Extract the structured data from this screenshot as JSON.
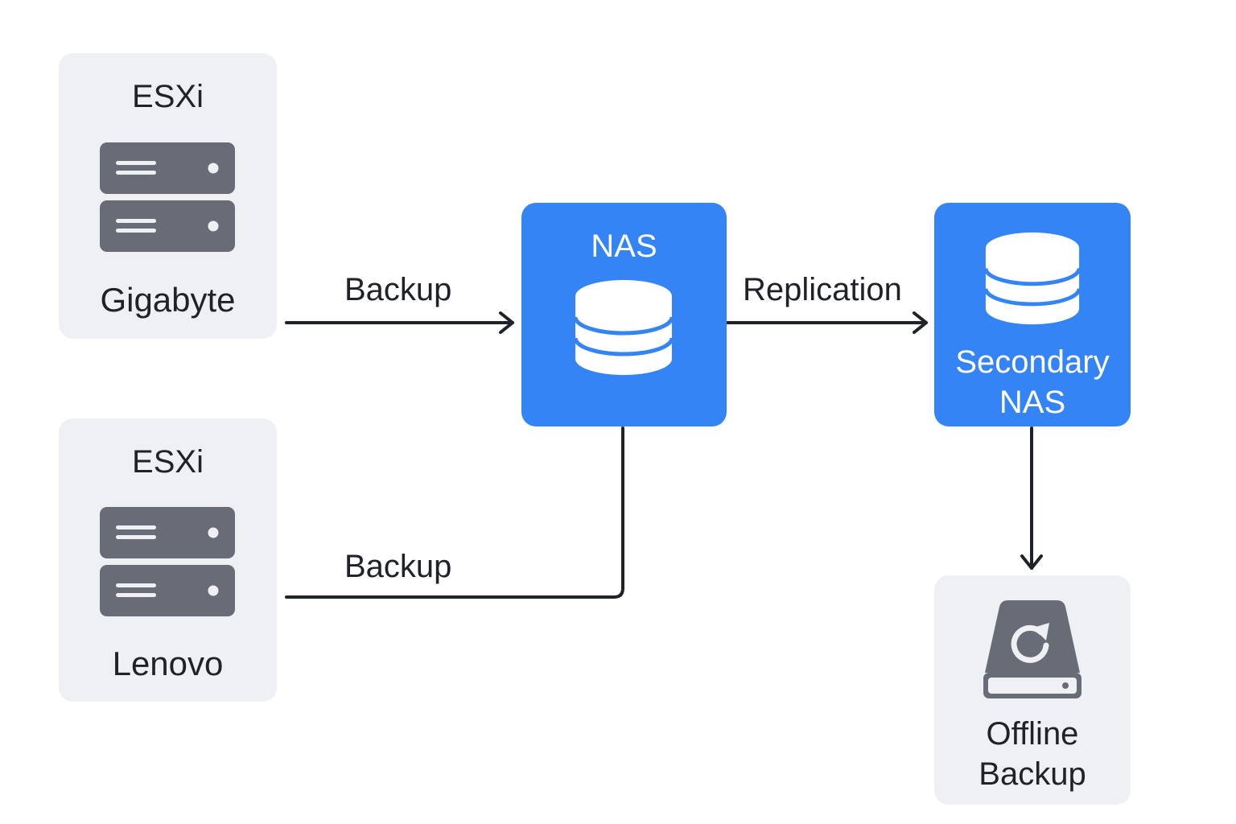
{
  "nodes": {
    "gigabyte": {
      "title": "ESXi",
      "label": "Gigabyte",
      "icon": "server-rack-icon"
    },
    "lenovo": {
      "title": "ESXi",
      "label": "Lenovo",
      "icon": "server-rack-icon"
    },
    "nas": {
      "title": "NAS",
      "icon": "database-icon"
    },
    "secondary_nas": {
      "label_line1": "Secondary",
      "label_line2": "NAS",
      "icon": "database-icon"
    },
    "offline_backup": {
      "label_line1": "Offline",
      "label_line2": "Backup",
      "icon": "drive-sync-icon"
    }
  },
  "edges": {
    "gigabyte_to_nas": {
      "label": "Backup"
    },
    "lenovo_to_nas": {
      "label": "Backup"
    },
    "nas_to_secondary": {
      "label": "Replication"
    },
    "secondary_to_offline": {
      "label": ""
    }
  },
  "colors": {
    "node_gray": "#eef0f4",
    "node_blue": "#3584f5",
    "server_icon": "#676c76",
    "connector": "#1f2228"
  }
}
